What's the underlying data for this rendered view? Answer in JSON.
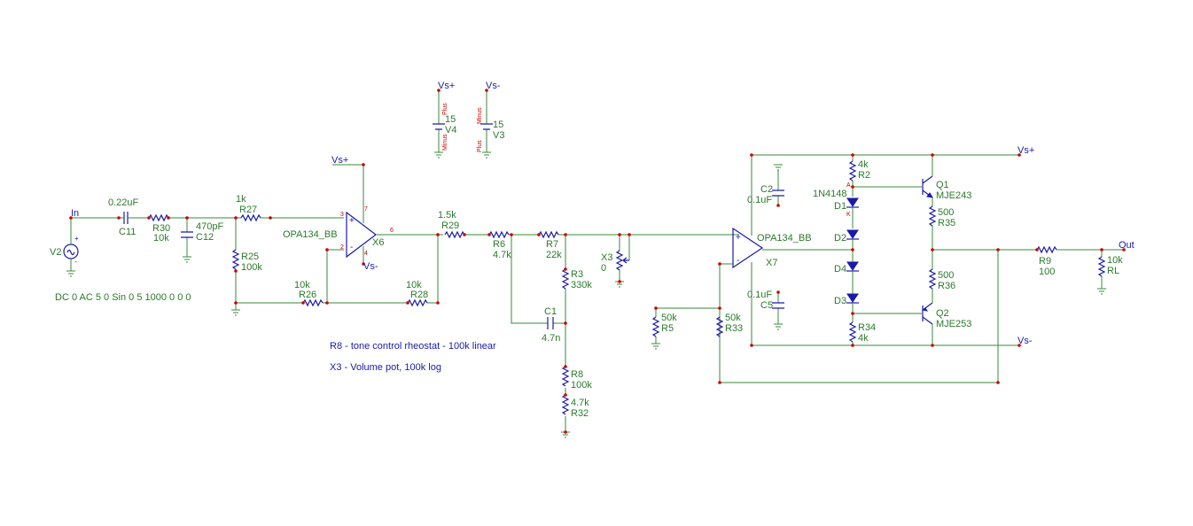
{
  "nets": {
    "in": "In",
    "out": "Out",
    "vs_plus": "Vs+",
    "vs_minus": "Vs-"
  },
  "components": {
    "c11": {
      "ref": "C11",
      "value": "0.22uF"
    },
    "r30": {
      "ref": "R30",
      "value": "10k"
    },
    "c12": {
      "ref": "C12",
      "value": "470pF"
    },
    "r27": {
      "ref": "R27",
      "value": "1k"
    },
    "r25": {
      "ref": "R25",
      "value": "100k"
    },
    "r26": {
      "ref": "R26",
      "value": "10k"
    },
    "r28": {
      "ref": "R28",
      "value": "10k"
    },
    "v2": {
      "ref": "V2"
    },
    "x6": {
      "ref": "X6",
      "value": "OPA134_BB",
      "pins": [
        "3",
        "2",
        "7",
        "4",
        "6"
      ]
    },
    "r29": {
      "ref": "R29",
      "value": "1.5k"
    },
    "r6": {
      "ref": "R6",
      "value": "4.7k"
    },
    "r7": {
      "ref": "R7",
      "value": "22k"
    },
    "r3": {
      "ref": "R3",
      "value": "330k"
    },
    "c1": {
      "ref": "C1",
      "value": "4.7n"
    },
    "r8": {
      "ref": "R8",
      "value": "100k"
    },
    "r32": {
      "ref": "R32",
      "value": "4.7k"
    },
    "x3": {
      "ref": "X3",
      "value": "0"
    },
    "v4": {
      "ref": "V4",
      "value": "15"
    },
    "v3": {
      "ref": "V3",
      "value": "15"
    },
    "x7": {
      "ref": "X7",
      "value": "OPA134_BB"
    },
    "r5": {
      "ref": "R5",
      "value": "50k"
    },
    "r33": {
      "ref": "R33",
      "value": "50k"
    },
    "c2": {
      "ref": "C2",
      "value": "0.1uF"
    },
    "c5": {
      "ref": "C5",
      "value": "0.1uF"
    },
    "r2": {
      "ref": "R2",
      "value": "4k"
    },
    "d1": {
      "ref": "D1",
      "value": "1N4148"
    },
    "d2": {
      "ref": "D2"
    },
    "d3": {
      "ref": "D3"
    },
    "d4": {
      "ref": "D4"
    },
    "r34": {
      "ref": "R34",
      "value": "4k"
    },
    "q1": {
      "ref": "Q1",
      "value": "MJE243"
    },
    "q2": {
      "ref": "Q2",
      "value": "MJE253"
    },
    "r35": {
      "ref": "R35",
      "value": "500"
    },
    "r36": {
      "ref": "R36",
      "value": "500"
    },
    "r9": {
      "ref": "R9",
      "value": "100"
    },
    "rl": {
      "ref": "RL",
      "value": "10k"
    }
  },
  "source_spec": "DC 0 AC 5 0 Sin 0 5 1000 0 0 0",
  "notes": [
    "R8 - tone control rheostat -  100k linear",
    "X3 - Volume pot, 100k log"
  ],
  "pin_marks": {
    "plus": "Plus",
    "minus": "Minus",
    "anode": "A",
    "cathode": "K"
  },
  "colors": {
    "wire": "#3a8a3a",
    "symbol": "#1a1aa8",
    "node": "#cc0000",
    "label": "#2a7a2a"
  }
}
